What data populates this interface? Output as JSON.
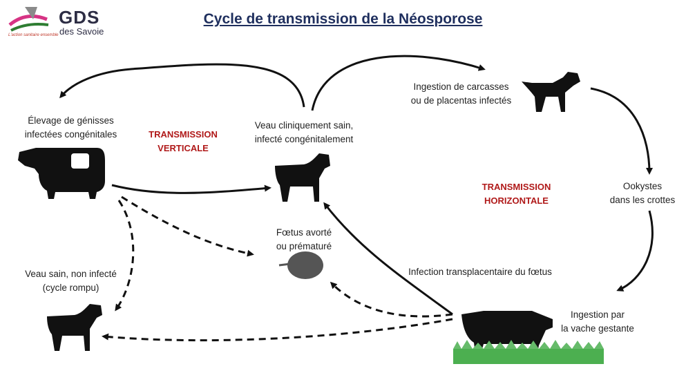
{
  "title": "Cycle de transmission de la Néosporose",
  "logo": {
    "name": "GDS",
    "subtitle": "des Savoie",
    "tagline": "L'action sanitaire ensemble"
  },
  "labels": {
    "genisses": [
      "Élevage de génisses",
      "infectées congénitales"
    ],
    "veau_sain_infecte": [
      "Veau cliniquement sain,",
      "infecté congénitalement"
    ],
    "carcasses": [
      "Ingestion de carcasses",
      "ou de placentas infectés"
    ],
    "ookystes": [
      "Ookystes",
      "dans les crottes"
    ],
    "vache": [
      "Ingestion par",
      "la vache gestante"
    ],
    "foetus": [
      "Fœtus avorté",
      "ou prématuré"
    ],
    "veau_non_infecte": [
      "Veau sain, non infecté",
      "(cycle rompu)"
    ],
    "transplacentaire": "Infection transplacentaire du fœtus"
  },
  "categories": {
    "verticale": [
      "TRANSMISSION",
      "VERTICALE"
    ],
    "horizontale": [
      "TRANSMISSION",
      "HORIZONTALE"
    ]
  },
  "colors": {
    "title": "#1f2f5e",
    "category": "#b01919",
    "silhouette": "#111111",
    "foetus": "#555555",
    "grass": "#4caf50"
  },
  "icons": [
    "cow-icon",
    "calf-icon",
    "dog-icon",
    "foetus-icon",
    "grass-icon"
  ]
}
